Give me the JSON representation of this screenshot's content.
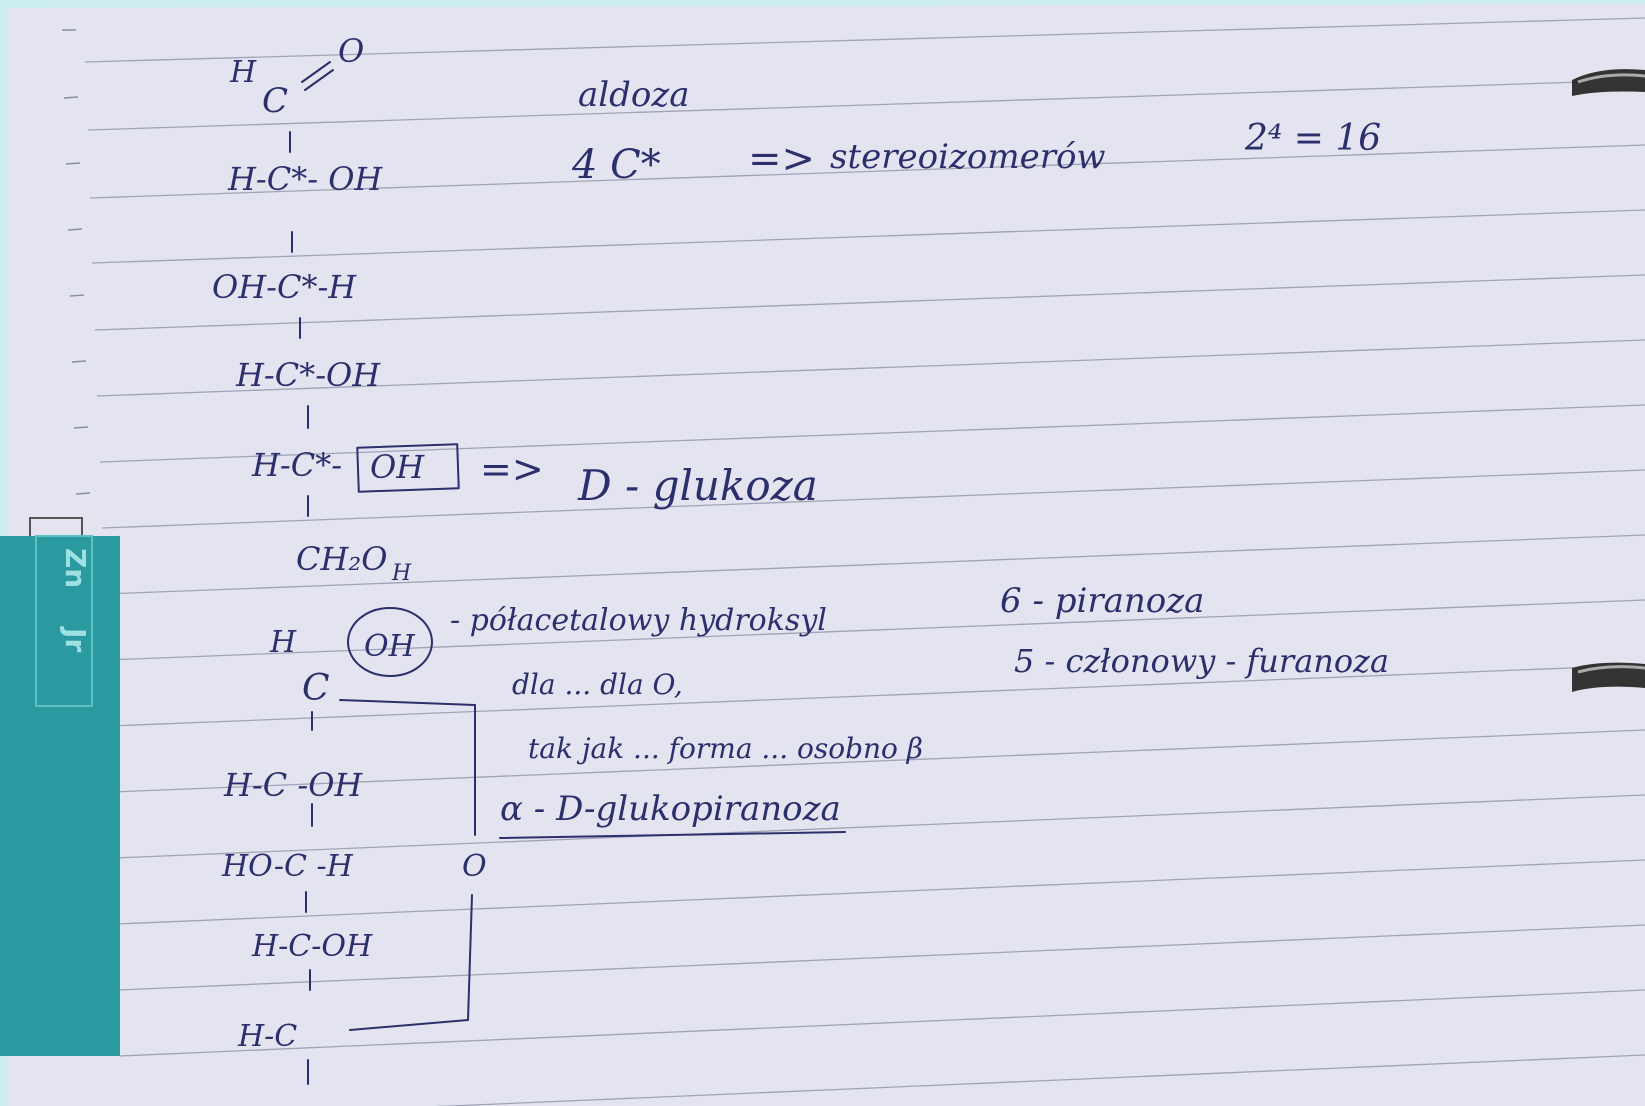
{
  "open_chain": {
    "c1_h": "H",
    "c1_c": "C",
    "c1_o": "O",
    "c2": "H-C*- OH",
    "c3": "OH-C*-H",
    "c4": "H-C*-OH",
    "c5_left": "H-C*-",
    "c5_boxed": "OH",
    "c6": "CH₂O",
    "c6_sub": "H"
  },
  "notes": {
    "type": "aldoza",
    "chiral_left": "4  C*",
    "implies": "=>",
    "stereoisomers": "stereoizomerów",
    "count": "2⁴ = 16",
    "arrow": "=>",
    "d_glucose": "D - glukoza",
    "hemiacetal": "- półacetalowy hydroksyl",
    "hemiacetal_note": "dla ... dla O,",
    "alpha_note": "tak jak ... forma ... osobno β",
    "alpha_name": "α - D-glukopiranoza",
    "pyranose": "6 - piranoza",
    "furanose": "5 - członowy - furanoza"
  },
  "ring": {
    "anomeric_h": "H",
    "anomeric_oh": "OH",
    "anomeric_c": "C",
    "c2": "H-C -OH",
    "c3": "HO-C -H",
    "c4": "H-C-OH",
    "c5": "H-C",
    "ring_o": "O"
  },
  "tab": {
    "label_top": "Zn",
    "label_bottom": "Jr",
    "color": "#2a9aa0"
  },
  "colors": {
    "paper": "#e3e4f0",
    "ink": "#2b2f6b",
    "lines": "#8c8ea3",
    "border": "#cdeeee"
  }
}
